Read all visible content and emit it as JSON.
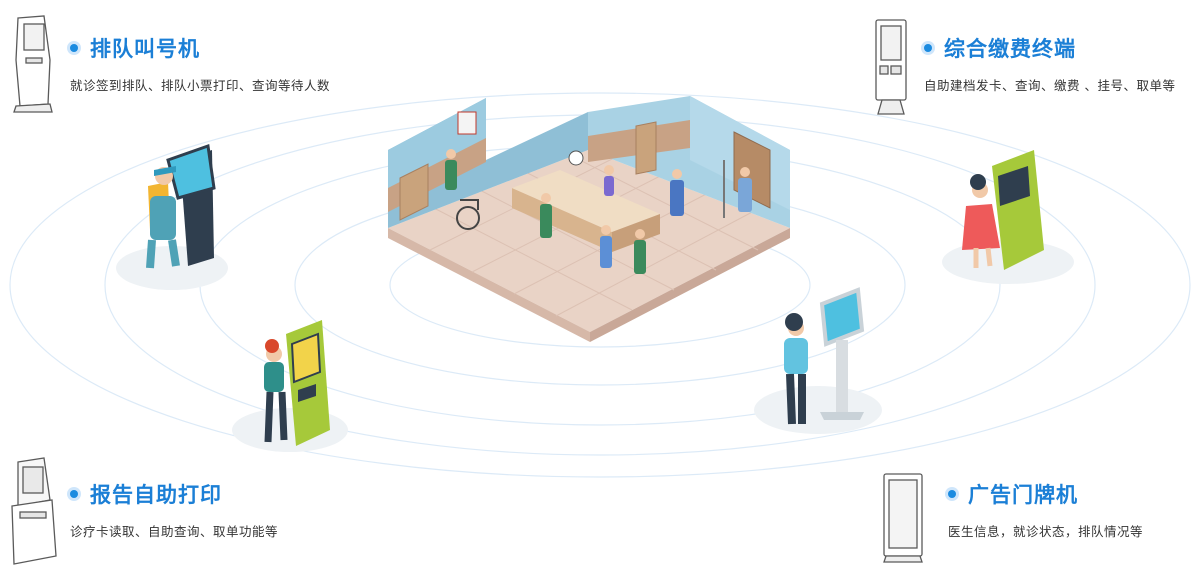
{
  "features": [
    {
      "id": "queue",
      "title": "排队叫号机",
      "desc": "就诊签到排队、排队小票打印、查询等待人数"
    },
    {
      "id": "payment",
      "title": "综合缴费终端",
      "desc": "自助建档发卡、查询、缴费 、挂号、取单等"
    },
    {
      "id": "report",
      "title": "报告自助打印",
      "desc": "诊疗卡读取、自助查询、取单功能等"
    },
    {
      "id": "signage",
      "title": "广告门牌机",
      "desc": "医生信息，就诊状态，排队情况等"
    }
  ],
  "colors": {
    "accent": "#1b7fd6",
    "ring": "#dceaf7",
    "kiosk_green": "#a6c93a",
    "wall_blue": "#8fbfd6",
    "floor": "#e9d3c6"
  }
}
